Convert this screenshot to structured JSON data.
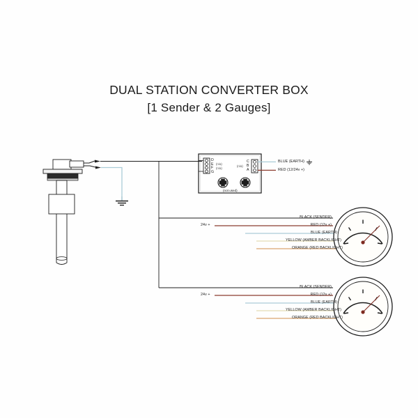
{
  "title": {
    "line1": "DUAL STATION CONVERTER BOX",
    "line2": "[1 Sender & 2 Gauges]"
  },
  "converter_box": {
    "left_terminals": [
      {
        "id": "D",
        "note": ""
      },
      {
        "id": "E",
        "note": "(n/a)"
      },
      {
        "id": "F",
        "note": "(n/a)"
      },
      {
        "id": "G",
        "note": ""
      }
    ],
    "middle_note": "(n/a)",
    "right_terminals": [
      {
        "id": "C",
        "note": ""
      },
      {
        "id": "B",
        "note": ""
      },
      {
        "id": "A",
        "note": ""
      }
    ],
    "screws_note": "(not used)",
    "output_labels": [
      {
        "text": "BLUE (EARTH)",
        "symbol": "earth-icon"
      },
      {
        "text": "RED (12/24v +)",
        "symbol": ""
      }
    ]
  },
  "sender": {
    "name": "tube-level-sender",
    "earth_symbol": "earth-icon"
  },
  "gauges": [
    {
      "name": "gauge-station-1",
      "supply_label": "24v +",
      "wires": [
        {
          "label": "BLACK (SENDER)",
          "color": "#1a1a1a"
        },
        {
          "label": "RED (12v +)",
          "color": "#8c3b2e"
        },
        {
          "label": "BLUE (EARTH)",
          "color": "#aaccd8"
        },
        {
          "label": "YELLOW (AMBER BACKLIGHT)",
          "color": "#e8e2c0"
        },
        {
          "label": "ORANGE (RED BACKLIGHT)",
          "color": "#e0b487"
        }
      ]
    },
    {
      "name": "gauge-station-2",
      "supply_label": "24v +",
      "wires": [
        {
          "label": "BLACK (SENDER)",
          "color": "#1a1a1a"
        },
        {
          "label": "RED (12v +)",
          "color": "#8c3b2e"
        },
        {
          "label": "BLUE (EARTH)",
          "color": "#aaccd8"
        },
        {
          "label": "YELLOW (AMBER BACKLIGHT)",
          "color": "#e8e2c0"
        },
        {
          "label": "ORANGE (RED BACKLIGHT)",
          "color": "#e0b487"
        }
      ]
    }
  ],
  "colors": {
    "background": "#fefefe",
    "line": "#1d1d1d",
    "needle": "#7d2a20",
    "blue_wire": "#aaccd8",
    "red_wire": "#8c3b2e",
    "yellow_wire": "#e8e2c0",
    "orange_wire": "#e0b487"
  }
}
